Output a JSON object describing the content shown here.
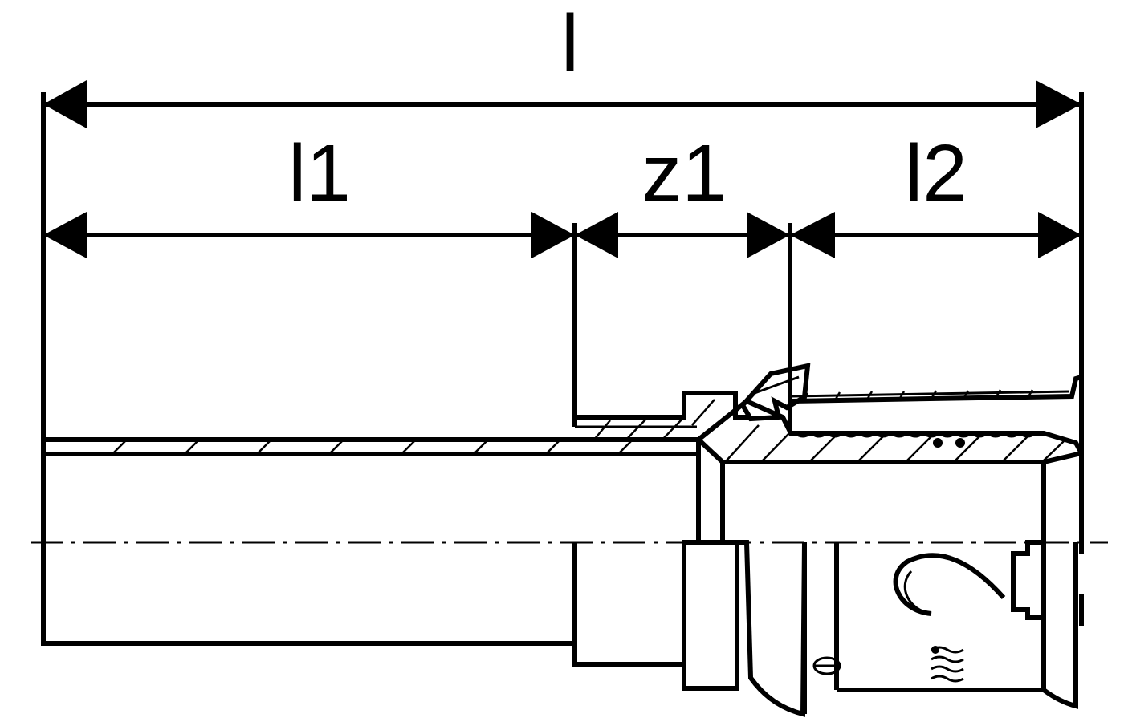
{
  "dimensions": {
    "total": "l",
    "insert_length": "l1",
    "body_length": "z1",
    "press_length": "l2"
  }
}
